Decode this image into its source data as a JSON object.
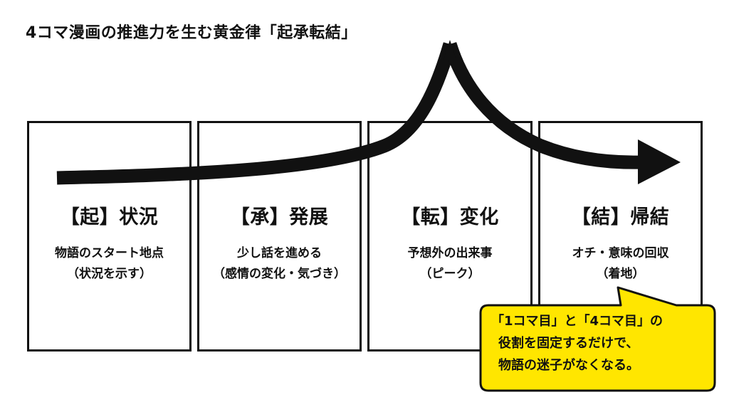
{
  "title": "4コマ漫画の推進力を生む黄金律「起承転結」",
  "panels": [
    {
      "heading": "【起】状況",
      "desc_line1": "物語のスタート地点",
      "desc_line2": "（状況を示す）"
    },
    {
      "heading": "【承】発展",
      "desc_line1": "少し話を進める",
      "desc_line2": "（感情の変化・気づき）"
    },
    {
      "heading": "【転】変化",
      "desc_line1": "予想外の出来事",
      "desc_line2": "（ピーク）"
    },
    {
      "heading": "【結】帰結",
      "desc_line1": "オチ・意味の回収",
      "desc_line2": "（着地）"
    }
  ],
  "callout": {
    "line1": "「1コマ目」と「4コマ目」の",
    "line2": "役割を固定するだけで、",
    "line3": "物語の迷子がなくなる。"
  },
  "colors": {
    "callout_fill": "#FFE600",
    "stroke": "#111111",
    "background": "#FFFFFF"
  },
  "icons": {
    "flow_arrow": "curved-arrow-with-peak"
  }
}
